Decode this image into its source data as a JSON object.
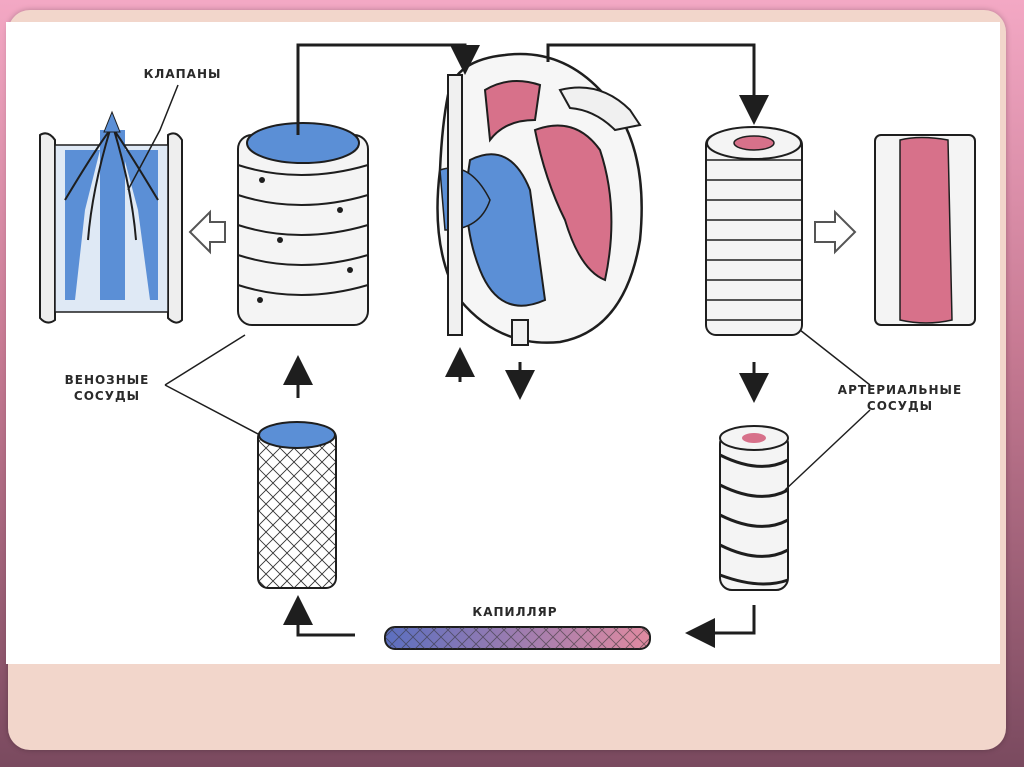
{
  "labels": {
    "valves": "КЛАПАНЫ",
    "venous_line1": "ВЕНОЗНЫЕ",
    "venous_line2": "СОСУДЫ",
    "arterial_line1": "АРТЕРИАЛЬНЫЕ",
    "arterial_line2": "СОСУДЫ",
    "capillary": "КАПИЛЛЯР"
  },
  "colors": {
    "venous_blue": "#5b8fd6",
    "arterial_pink": "#d7718a",
    "outline": "#1e1e1e",
    "panel": "#ffffff",
    "frame": "#f2d6cb"
  }
}
